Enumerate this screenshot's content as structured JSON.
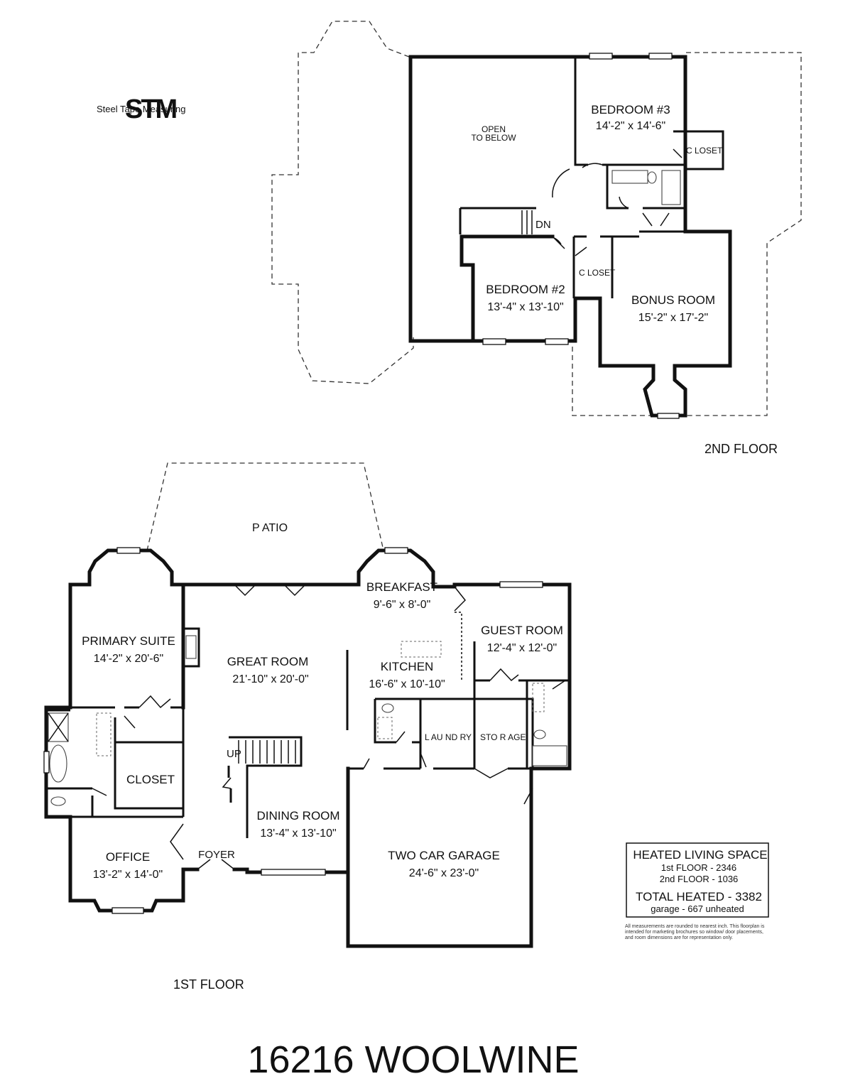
{
  "logo": {
    "mark": "STM",
    "company": "Steel Tape Measuring",
    "mark_color": "#8a8a8a"
  },
  "floors": {
    "second": {
      "label": "2ND FLOOR",
      "rooms": {
        "open_to_below": [
          "OPEN",
          "TO BELOW"
        ],
        "bedroom3": {
          "name": "BEDROOM #3",
          "dims": "14'-2\" x 14'-6\""
        },
        "closet_b3": "C LOSET",
        "stairs_dn": "DN",
        "bedroom2": {
          "name": "BEDROOM #2",
          "dims": "13'-4\" x 13'-10\""
        },
        "closet_b2": "C LOSET",
        "bonus": {
          "name": "BONUS ROOM",
          "dims": "15'-2\" x 17'-2\""
        }
      }
    },
    "first": {
      "label": "1ST FLOOR",
      "rooms": {
        "patio": "P ATIO",
        "breakfast": {
          "name": "BREAKFAST",
          "dims": "9'-6\" x 8'-0\""
        },
        "primary": {
          "name": "PRIMARY SUITE",
          "dims": "14'-2\" x 20'-6\""
        },
        "great": {
          "name": "GREAT ROOM",
          "dims": "21'-10\" x 20'-0\""
        },
        "kitchen": {
          "name": "KITCHEN",
          "dims": "16'-6\" x 10'-10\""
        },
        "guest": {
          "name": "GUEST ROOM",
          "dims": "12'-4\" x 12'-0\""
        },
        "laundry": "L AU ND RY",
        "storage": "STO R AGE",
        "stairs_up": "UP",
        "closet": "CLOSET",
        "dining": {
          "name": "DINING ROOM",
          "dims": "13'-4\" x 13'-10\""
        },
        "garage": {
          "name": "TWO CAR GARAGE",
          "dims": "24'-6\" x 23'-0\""
        },
        "office": {
          "name": "OFFICE",
          "dims": "13'-2\" x 14'-0\""
        },
        "foyer": "FOYER"
      }
    }
  },
  "legend": {
    "title": "HEATED LIVING SPACE",
    "first_floor": "1st FLOOR - 2346",
    "second_floor": "2nd FLOOR - 1036",
    "total": "TOTAL HEATED - 3382",
    "garage": "garage - 667 unheated",
    "disclaimer": [
      "All measurements are rounded to nearest inch. This floorplan is",
      "intended for marketing brochures so window/ door placements,",
      "and room dimensions are for representation only."
    ]
  },
  "address": "16216 WOOLWINE"
}
